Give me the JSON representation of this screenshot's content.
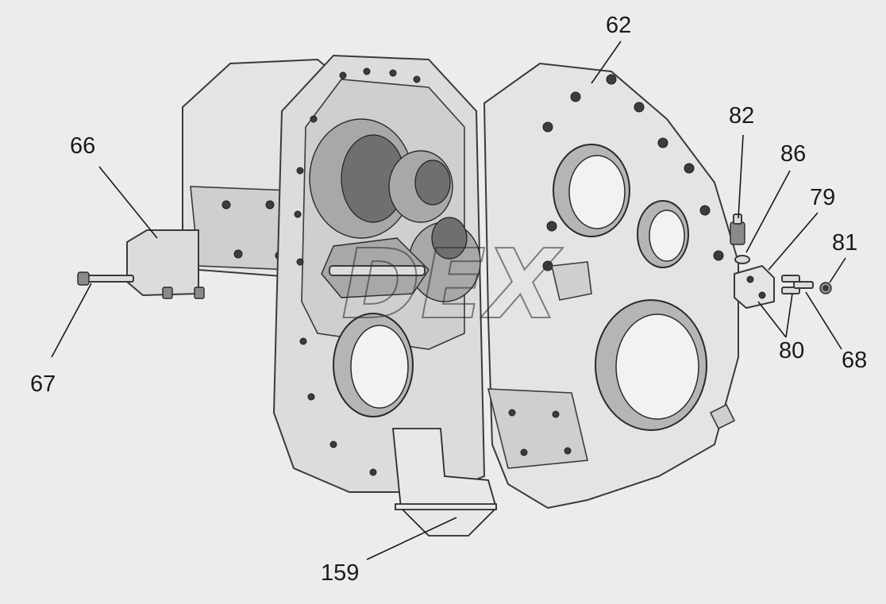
{
  "callouts": {
    "c62": "62",
    "c66": "66",
    "c67": "67",
    "c68": "68",
    "c79": "79",
    "c80": "80",
    "c81": "81",
    "c82": "82",
    "c86": "86",
    "c159": "159"
  },
  "watermark": "DEX",
  "colors": {
    "background": "#ececec",
    "ink": "#1a1a1a"
  }
}
